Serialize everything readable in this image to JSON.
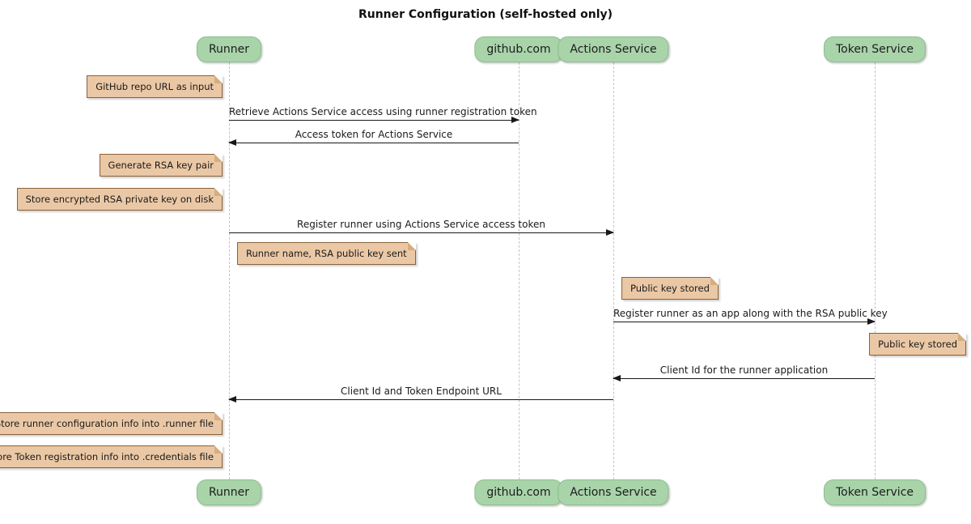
{
  "diagram": {
    "type": "sequence-diagram",
    "title": "Runner Configuration (self-hosted only)"
  },
  "participants": [
    {
      "id": "runner",
      "label": "Runner"
    },
    {
      "id": "github",
      "label": "github.com"
    },
    {
      "id": "actions-service",
      "label": "Actions Service"
    },
    {
      "id": "token-service",
      "label": "Token Service"
    }
  ],
  "messages": [
    {
      "text": "Retrieve Actions Service access using runner registration token",
      "from": "Runner",
      "to": "github.com",
      "direction": "right"
    },
    {
      "text": "Access token for Actions Service",
      "from": "github.com",
      "to": "Runner",
      "direction": "left"
    },
    {
      "text": "Register runner using Actions Service access token",
      "from": "Runner",
      "to": "Actions Service",
      "direction": "right"
    },
    {
      "text": "Register runner as an app along with the RSA public key",
      "from": "Actions Service",
      "to": "Token Service",
      "direction": "right"
    },
    {
      "text": "Client Id for the runner application",
      "from": "Token Service",
      "to": "Actions Service",
      "direction": "left"
    },
    {
      "text": "Client Id and Token Endpoint URL",
      "from": "Actions Service",
      "to": "Runner",
      "direction": "left"
    }
  ],
  "notes": [
    {
      "text": "GitHub repo URL as input",
      "anchor": "left of Runner"
    },
    {
      "text": "Generate RSA key pair",
      "anchor": "left of Runner"
    },
    {
      "text": "Store encrypted RSA private key on disk",
      "anchor": "left of Runner"
    },
    {
      "text": "Runner name, RSA public key sent",
      "anchor": "right of Runner"
    },
    {
      "text": "Public key stored",
      "anchor": "right of Actions Service"
    },
    {
      "text": "Public key stored",
      "anchor": "right of Token Service"
    },
    {
      "text": "Store runner configuration info into .runner file",
      "anchor": "left of Runner"
    },
    {
      "text": "Store Token registration info into .credentials file",
      "anchor": "left of Runner"
    }
  ],
  "colors": {
    "background": "#FFFFFF",
    "participant_fill": "#A9D4AA",
    "participant_border": "#8CBE8D",
    "note_fill": "#EBC8A5",
    "note_border": "#8A6239",
    "lifeline": "#C4C4C4",
    "arrow": "#181818",
    "text": "#1A1A1A"
  }
}
